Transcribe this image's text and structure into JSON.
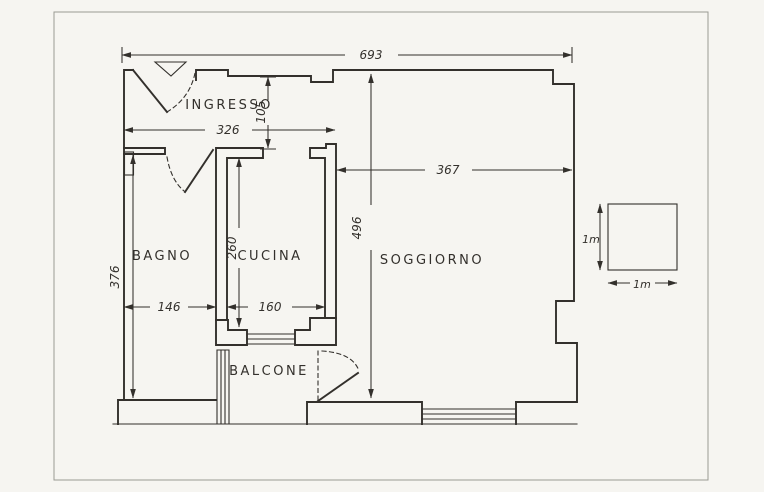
{
  "colors": {
    "paper": "#f6f5f1",
    "ink": "#33302c",
    "border": "#9a9a94"
  },
  "rooms": {
    "ingresso": "INGRESSO",
    "bagno": "BAGNO",
    "cucina": "CUCINA",
    "soggiorno": "SOGGIORNO",
    "balcone": "BALCONE"
  },
  "dimensions": {
    "overall_width": "693",
    "ingresso_width": "326",
    "ingresso_depth": "105",
    "soggiorno_width": "367",
    "soggiorno_depth": "496",
    "bagno_width": "146",
    "bagno_depth": "376",
    "cucina_width": "160",
    "cucina_depth": "260"
  },
  "scale_marker": {
    "height": "1m",
    "width": "1m"
  }
}
